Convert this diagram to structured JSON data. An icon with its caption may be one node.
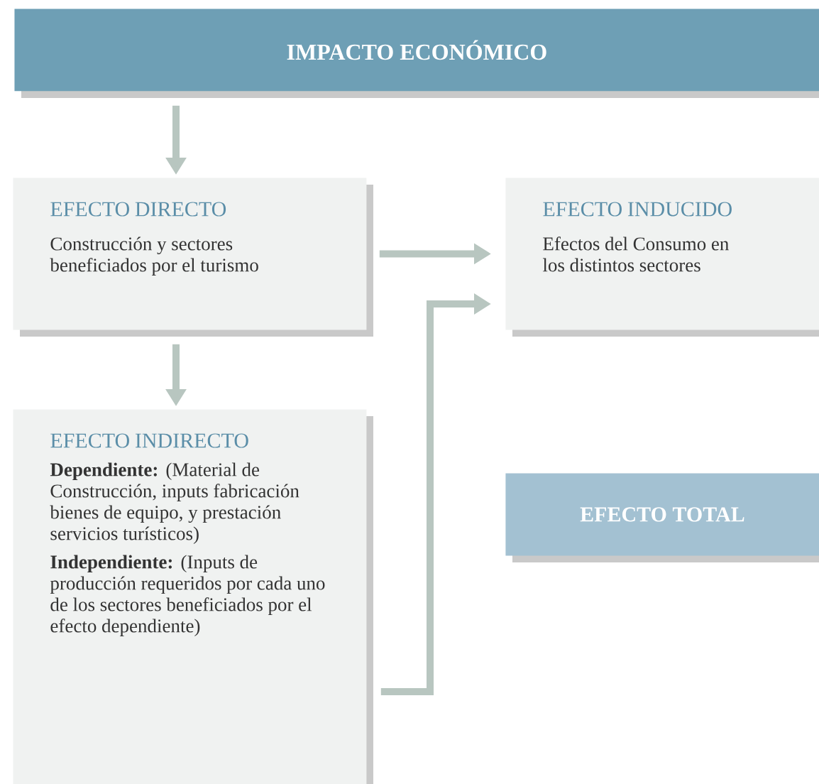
{
  "diagram": {
    "nodes": [
      {
        "text": [
          "IMPACTO ECONÓMICO"
        ]
      },
      {
        "text": [
          "EFECTO DIRECTO",
          "Construcción y sectores beneficiados por el turismo"
        ]
      },
      {
        "text": [
          "EFECTO INDUCIDO",
          "Efectos del Consumo en los distintos sectores"
        ]
      },
      {
        "text": [
          "EFECTO INDIRECTO",
          "**Dependiente:** (Material de Construcción, inputs fabricación bienes de equipo, y prestación servicios turísticos)",
          "**Independiente:** (Inputs de producción requeridos por cada uno de los sectores beneficiados por el efecto dependiente)"
        ]
      },
      {
        "text": [
          "EFECTO TOTAL"
        ]
      }
    ],
    "edges": [
      {
        "from": 0,
        "to": 1,
        "arrow": "to"
      },
      {
        "from": 1,
        "to": 2,
        "arrow": "to"
      },
      {
        "from": 1,
        "to": 3,
        "arrow": "to"
      },
      {
        "from": 3,
        "to": 2,
        "arrow": "to"
      }
    ]
  }
}
